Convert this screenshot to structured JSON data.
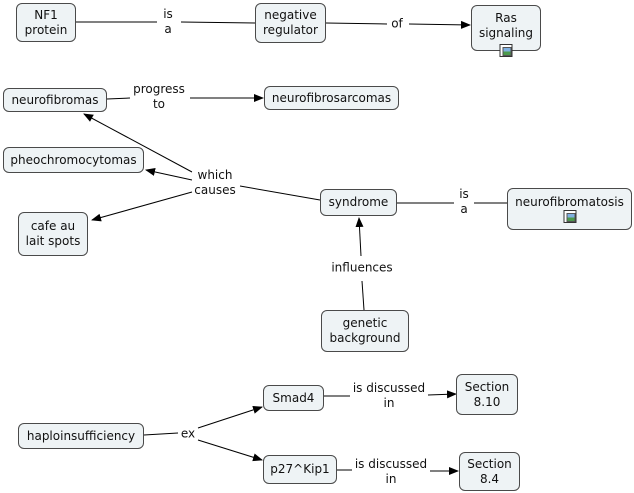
{
  "nodes": {
    "nf1_protein": "NF1\nprotein",
    "negative_regulator": "negative\nregulator",
    "ras_signaling": "Ras\nsignaling",
    "neurofibromas": "neurofibromas",
    "neurofibrosarcomas": "neurofibrosarcomas",
    "pheochromocytomas": "pheochromocytomas",
    "cafe_au_lait": "cafe au\nlait spots",
    "syndrome": "syndrome",
    "neurofibromatosis": "neurofibromatosis",
    "genetic_background": "genetic\nbackground",
    "haploinsufficiency": "haploinsufficiency",
    "smad4": "Smad4",
    "p27kip1": "p27^Kip1",
    "section_810": "Section\n8.10",
    "section_84": "Section\n8.4"
  },
  "links": {
    "is_a_1": "is\na",
    "of": "of",
    "progress_to": "progress\nto",
    "which_causes": "which\ncauses",
    "is_a_2": "is\na",
    "influences": "influences",
    "ex": "ex",
    "discussed_1": "is discussed\nin",
    "discussed_2": "is discussed\nin"
  },
  "icons": {
    "ras_signaling": "image-icon",
    "neurofibromatosis": "image-icon"
  }
}
